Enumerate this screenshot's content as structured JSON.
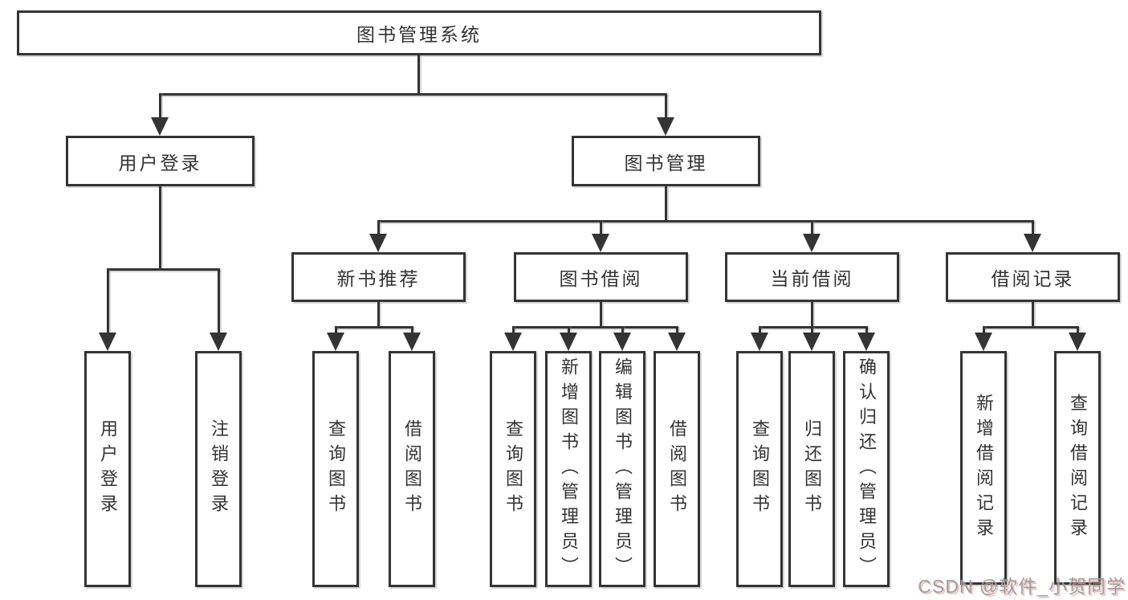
{
  "colors": {
    "background": "#ffffff",
    "line": "#343434",
    "text": "#333333",
    "watermark": "#9d9d9d"
  },
  "watermark": {
    "text": "CSDN @软件_小贺同学"
  },
  "tree": {
    "label": "图书管理系统",
    "children": [
      {
        "label": "用户登录",
        "children": [
          {
            "label": "用户登录"
          },
          {
            "label": "注销登录"
          }
        ]
      },
      {
        "label": "图书管理",
        "children": [
          {
            "label": "新书推荐",
            "children": [
              {
                "label": "查询图书"
              },
              {
                "label": "借阅图书"
              }
            ]
          },
          {
            "label": "图书借阅",
            "children": [
              {
                "label": "查询图书"
              },
              {
                "label": "新增图书（管理员）"
              },
              {
                "label": "编辑图书（管理员）"
              },
              {
                "label": "借阅图书"
              }
            ]
          },
          {
            "label": "当前借阅",
            "children": [
              {
                "label": "查询图书"
              },
              {
                "label": "归还图书"
              },
              {
                "label": "确认归还（管理员）"
              }
            ]
          },
          {
            "label": "借阅记录",
            "children": [
              {
                "label": "新增借阅记录"
              },
              {
                "label": "查询借阅记录"
              }
            ]
          }
        ]
      }
    ]
  }
}
